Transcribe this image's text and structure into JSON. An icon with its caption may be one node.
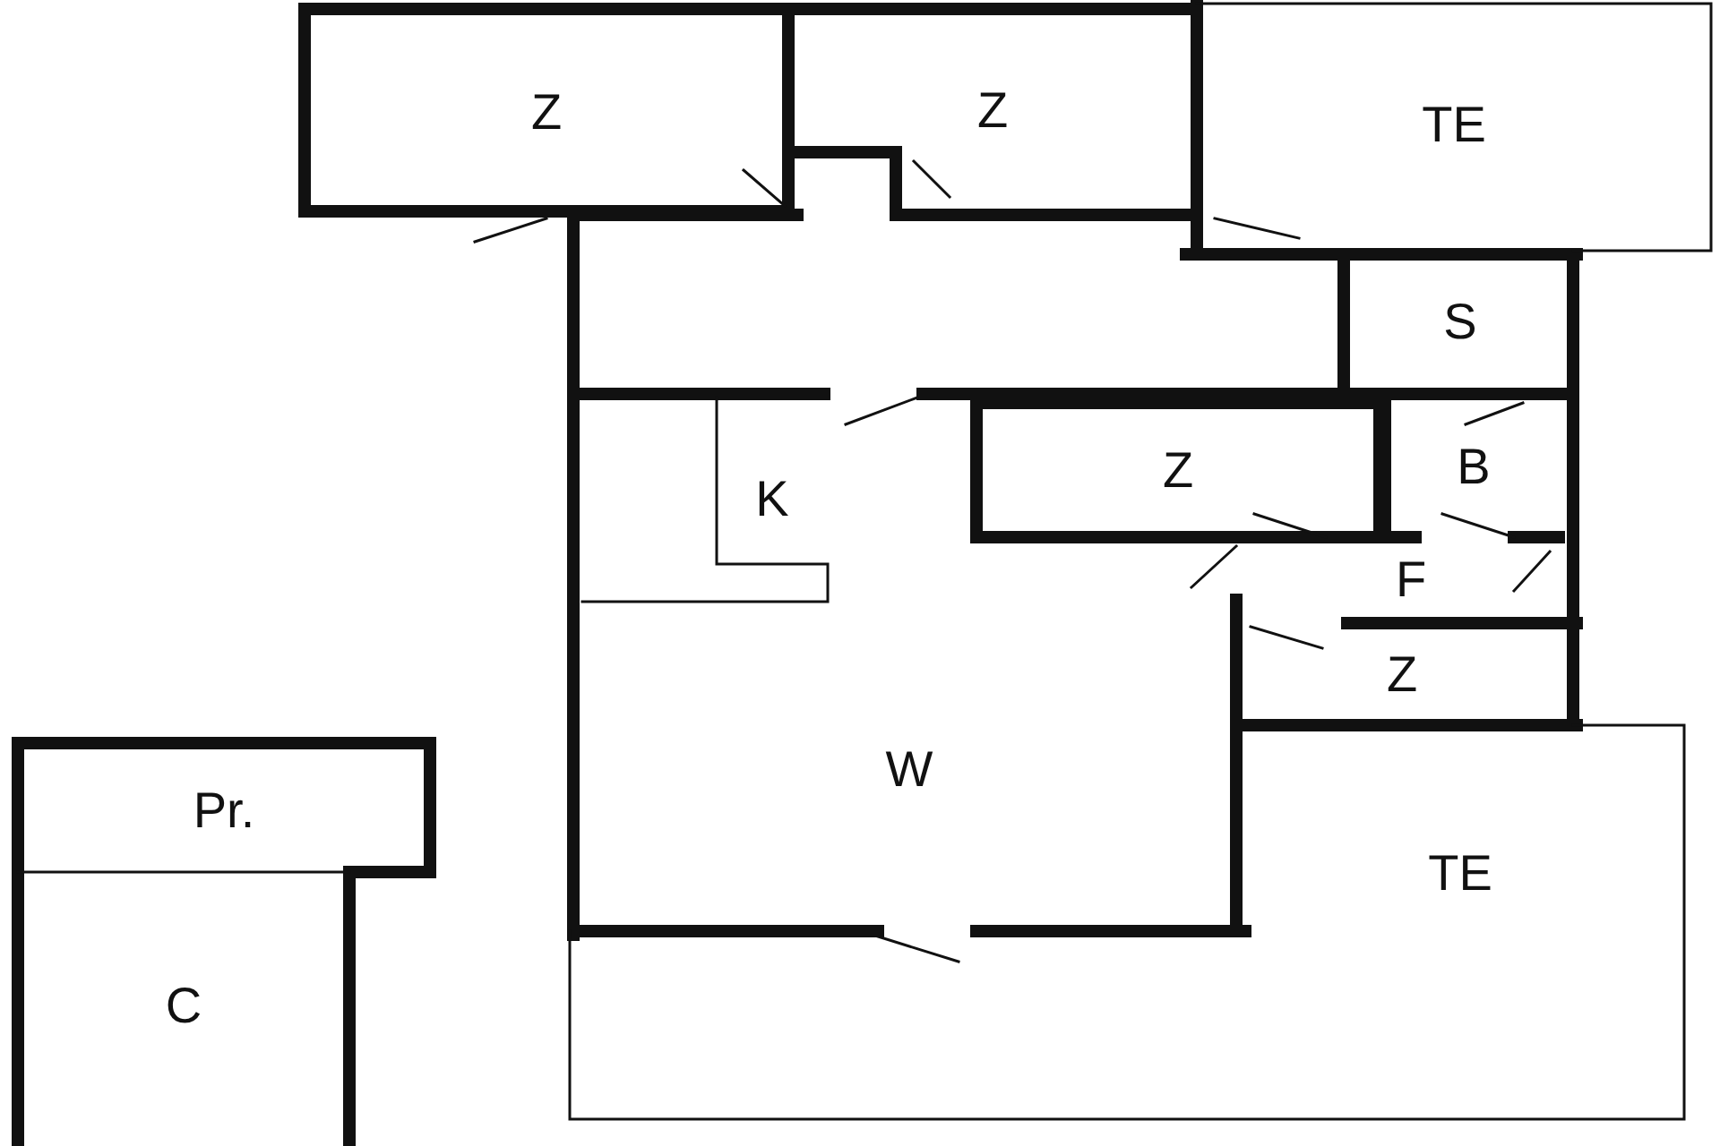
{
  "diagram": {
    "nodes": [
      {
        "text": [
          "Z"
        ]
      },
      {
        "text": [
          "Z"
        ]
      },
      {
        "text": [
          "TE"
        ]
      },
      {
        "text": [
          "S"
        ]
      },
      {
        "text": [
          "B"
        ]
      },
      {
        "text": [
          "K"
        ]
      },
      {
        "text": [
          "Z"
        ]
      },
      {
        "text": [
          "F"
        ]
      },
      {
        "text": [
          "Z"
        ]
      },
      {
        "text": [
          "W"
        ]
      },
      {
        "text": [
          "TE"
        ]
      },
      {
        "text": [
          "Pr."
        ]
      },
      {
        "text": [
          "C"
        ]
      }
    ]
  }
}
